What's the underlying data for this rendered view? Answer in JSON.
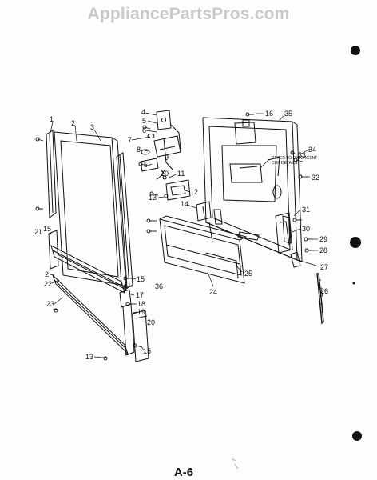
{
  "watermark": "AppliancePartsPros.com",
  "page_code": "A-6",
  "detergent_note": [
    "REFER TO DETERGENT",
    "CUP DETAILS"
  ],
  "callouts": [
    "1",
    "2",
    "3",
    "4",
    "5",
    "6",
    "7",
    "8",
    "9",
    "5",
    "10",
    "11",
    "12",
    "13",
    "14",
    "15",
    "21",
    "2",
    "22",
    "23",
    "13",
    "15",
    "36",
    "17",
    "18",
    "19",
    "20",
    "15",
    "24",
    "25",
    "16",
    "35",
    "33",
    "34",
    "32",
    "31",
    "30",
    "29",
    "28",
    "27",
    "26"
  ]
}
